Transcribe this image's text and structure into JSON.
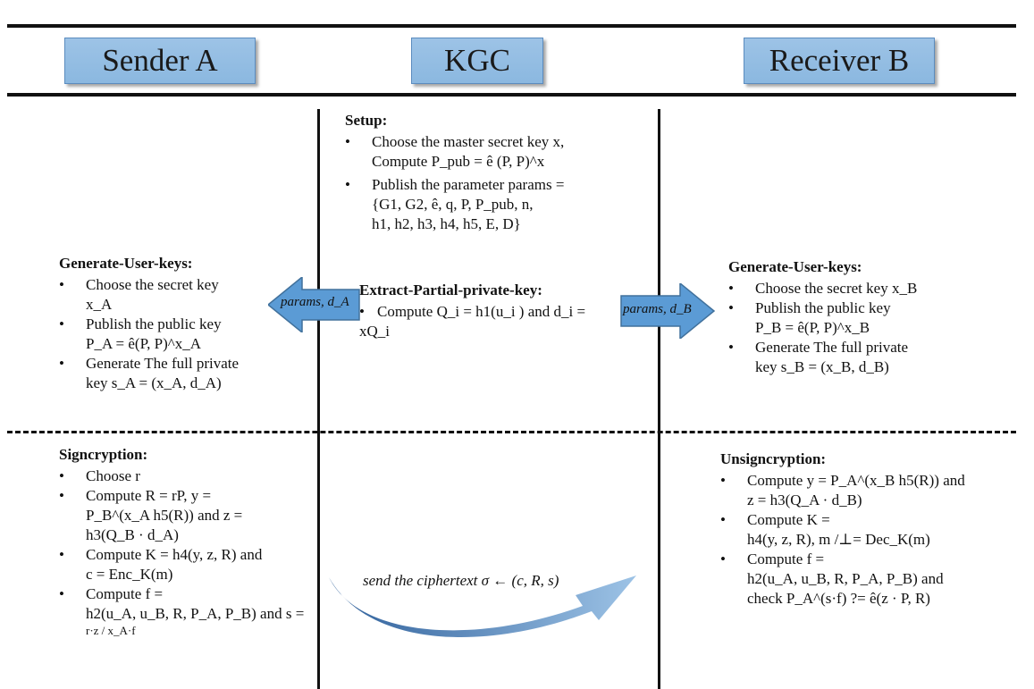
{
  "headers": {
    "sender": "Sender A",
    "kgc": "KGC",
    "receiver": "Receiver B"
  },
  "kgc_setup": {
    "title": "Setup:",
    "item1_line1": "Choose the master secret key x,",
    "item1_line2": "Compute P_pub = ê (P, P)^x",
    "item2_line1": "Publish the parameter params =",
    "item2_line2": "{G1, G2, ê, q, P, P_pub, n,",
    "item2_line3": "h1, h2, h3, h4, h5, E, D}"
  },
  "kgc_extract": {
    "title": "Extract-Partial-private-key:",
    "item1_line1": "Compute Q_i = h1(u_i ) and d_i =",
    "item1_line2": "xQ_i"
  },
  "sender_keys": {
    "title": "Generate-User-keys:",
    "item1_line1": "Choose the secret key",
    "item1_line2": "x_A",
    "item2_line1": "Publish the public key",
    "item2_line2": "P_A = ê(P, P)^x_A",
    "item3_line1": "Generate The full private",
    "item3_line2": "key s_A = (x_A, d_A)"
  },
  "receiver_keys": {
    "title": "Generate-User-keys:",
    "item1_line1": "Choose the secret key  x_B",
    "item2_line1": "Publish the public key",
    "item2_line2": "P_B = ê(P, P)^x_B",
    "item3_line1": "Generate The full private",
    "item3_line2": "key s_B = (x_B, d_B)"
  },
  "arrows": {
    "left_label": "params, d_A",
    "right_label": "params, d_B"
  },
  "signcryption": {
    "title": "Signcryption:",
    "item1_line1": "Choose r",
    "item2_line1": "Compute R = rP, y =",
    "item2_line2": "P_B^(x_A h5(R)) and z =",
    "item2_line3": "h3(Q_B · d_A)",
    "item3_line1": "Compute K = h4(y, z, R) and",
    "item3_line2": "c = Enc_K(m)",
    "item4_line1": "Compute f =",
    "item4_line2": "h2(u_A, u_B, R, P_A, P_B)  and s =",
    "item4_line3": "r·z / x_A·f"
  },
  "unsigncryption": {
    "title": "Unsigncryption:",
    "item1_line1": "Compute y = P_A^(x_B h5(R)) and",
    "item1_line2": "z = h3(Q_A · d_B)",
    "item2_line1": "Compute K =",
    "item2_line2": "h4(y, z, R), m /⊥= Dec_K(m)",
    "item3_line1": "Compute f =",
    "item3_line2": "h2(u_A, u_B, R, P_A, P_B)  and",
    "item3_line3": "check P_A^(s·f) ?= ê(z · P, R)"
  },
  "send": {
    "label": "send the ciphertext σ ← (c, R, s)"
  },
  "colors": {
    "header_fill": "#9dc3e6",
    "arrow_fill": "#5b9bd5",
    "line": "#111111"
  }
}
